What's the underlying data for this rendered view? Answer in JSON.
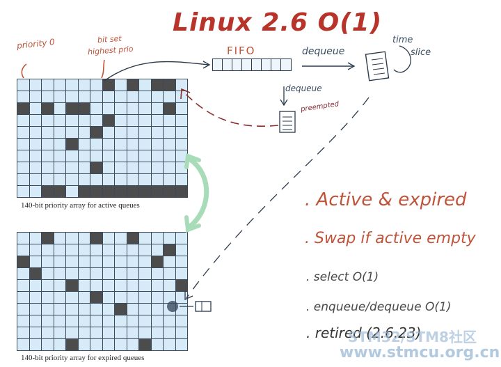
{
  "title": "Linux 2.6  O(1)",
  "annotations": {
    "priority0": "priority 0",
    "bitset_line1": "bit set",
    "bitset_line2": "highest prio",
    "fifo": "FIFO",
    "dequeue_right": "dequeue",
    "dequeue_down": "dequeue",
    "time": "time",
    "slice": "slice",
    "preempted": "preempted"
  },
  "captions": {
    "active": "140-bit priority array for active queues",
    "expired": "140-bit priority array for expired queues"
  },
  "bullets": [
    ". Active & expired",
    ". Swap if active empty",
    ". select  O(1)",
    ". enqueue/dequeue  O(1)",
    ". retired (2.6.23)"
  ],
  "watermark": {
    "line1": "STM32/STM8社区",
    "line2": "www.stmcu.org.cn"
  },
  "colors": {
    "title": "#b8332a",
    "annotation_red": "#c0543a",
    "cell_empty": "#d6eaf8",
    "cell_set": "#4c4c4c",
    "swap_arrow": "#a8dcb8"
  },
  "active_grid_set": [
    [
      0,
      7
    ],
    [
      0,
      9
    ],
    [
      0,
      11
    ],
    [
      0,
      12
    ],
    [
      2,
      0
    ],
    [
      2,
      2
    ],
    [
      2,
      4
    ],
    [
      2,
      5
    ],
    [
      2,
      12
    ],
    [
      3,
      7
    ],
    [
      4,
      6
    ],
    [
      5,
      4
    ],
    [
      7,
      6
    ],
    [
      9,
      2
    ],
    [
      9,
      3
    ],
    [
      9,
      5
    ],
    [
      9,
      6
    ],
    [
      9,
      7
    ],
    [
      9,
      8
    ],
    [
      9,
      9
    ],
    [
      9,
      10
    ],
    [
      9,
      11
    ],
    [
      9,
      12
    ],
    [
      9,
      13
    ]
  ],
  "expired_grid_set": [
    [
      0,
      2
    ],
    [
      0,
      6
    ],
    [
      0,
      9
    ],
    [
      1,
      12
    ],
    [
      2,
      0
    ],
    [
      2,
      11
    ],
    [
      3,
      1
    ],
    [
      4,
      4
    ],
    [
      4,
      13
    ],
    [
      5,
      6
    ],
    [
      6,
      8
    ],
    [
      9,
      4
    ],
    [
      9,
      10
    ]
  ]
}
